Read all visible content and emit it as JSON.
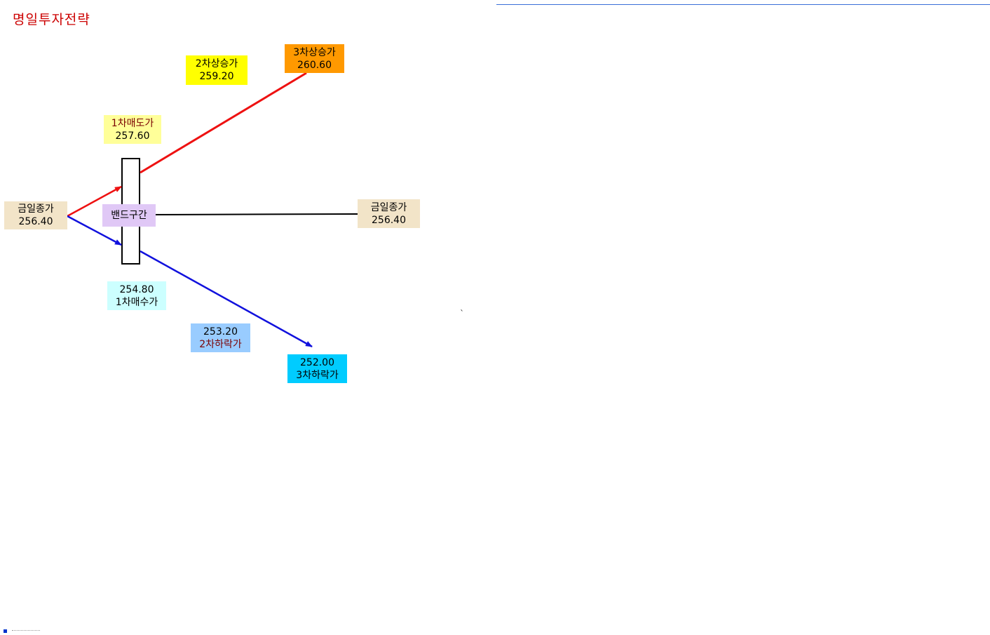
{
  "title": "명일투자전략",
  "colors": {
    "title": "#cc0000",
    "up_arrow": "#ee1111",
    "down_arrow": "#1111dd",
    "band_line": "#000000"
  },
  "nodes": {
    "close_left": {
      "label": "금일종가",
      "value": "256.40",
      "color": "#f2e4c8"
    },
    "first_sell": {
      "label": "1차매도가",
      "value": "257.60",
      "color": "#ffff99"
    },
    "second_up": {
      "label": "2차상승가",
      "value": "259.20",
      "color": "#ffff00"
    },
    "third_up": {
      "label": "3차상승가",
      "value": "260.60",
      "color": "#ff9900"
    },
    "band": {
      "label": "밴드구간",
      "color": "#e0c8f6"
    },
    "close_right": {
      "label": "금일종가",
      "value": "256.40",
      "color": "#f2e4c8"
    },
    "first_buy": {
      "label": "1차매수가",
      "value": "254.80",
      "color": "#ccffff"
    },
    "second_down": {
      "label": "2차하락가",
      "value": "253.20",
      "color": "#99ccff"
    },
    "third_down": {
      "label": "3차하락가",
      "value": "252.00",
      "color": "#00ccff"
    }
  },
  "decor": {
    "backtick": "`"
  }
}
